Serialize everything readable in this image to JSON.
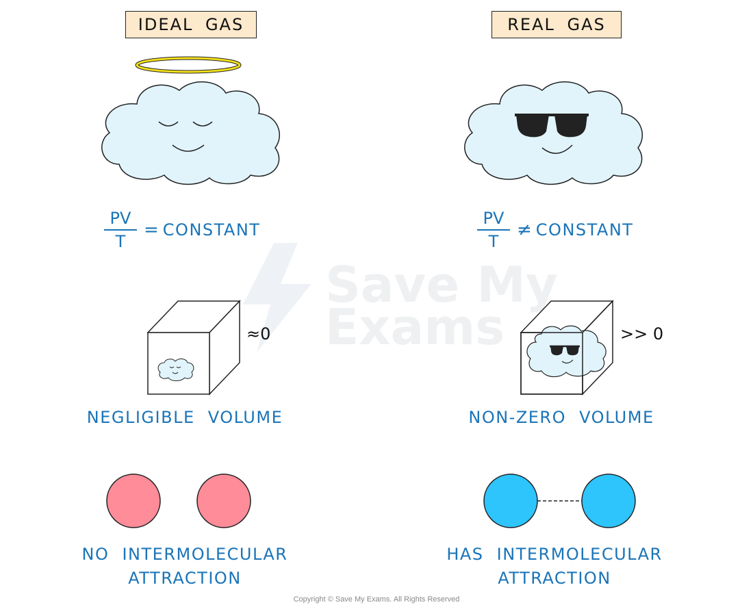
{
  "ideal": {
    "title": "IDEAL GAS",
    "fraction_numerator": "PV",
    "fraction_denominator": "T",
    "relation": "=",
    "constant_text": "CONSTANT",
    "volume_symbol": "≈0",
    "volume_label": "NEGLIGIBLE VOLUME",
    "attraction_label_line1": "NO INTERMOLECULAR",
    "attraction_label_line2": "ATTRACTION",
    "molecule_color": "#fe8c99"
  },
  "real": {
    "title": "REAL GAS",
    "fraction_numerator": "PV",
    "fraction_denominator": "T",
    "relation": "≠",
    "constant_text": "CONSTANT",
    "volume_symbol": ">> 0",
    "volume_label": "NON-ZERO VOLUME",
    "attraction_label_line1": "HAS INTERMOLECULAR",
    "attraction_label_line2": "ATTRACTION",
    "molecule_color": "#2ec4fc"
  },
  "watermark_line1": "Save My",
  "watermark_line2": "Exams",
  "copyright": "Copyright © Save My Exams. All Rights Reserved",
  "colors": {
    "cloud_fill": "#e1f4fc",
    "title_fill": "#fde9cc",
    "text_blue": "#1a74b8",
    "halo": "#f5e01c"
  }
}
